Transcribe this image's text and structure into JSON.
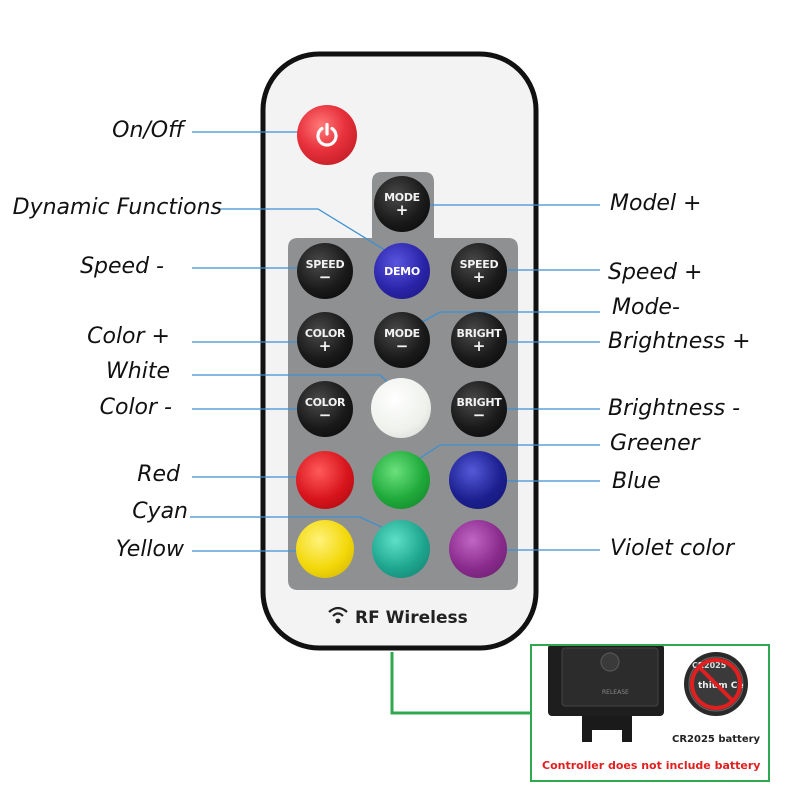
{
  "remote": {
    "buttons": [
      {
        "id": "power",
        "kind": "power",
        "color": "#e8323c"
      },
      {
        "id": "mode-plus",
        "kind": "label",
        "top": "MODE",
        "bottom": "+"
      },
      {
        "id": "speed-minus",
        "kind": "label",
        "top": "SPEED",
        "bottom": "−"
      },
      {
        "id": "demo",
        "kind": "label",
        "top": "DEMO",
        "bottom": "",
        "color": "#2a24a8"
      },
      {
        "id": "speed-plus",
        "kind": "label",
        "top": "SPEED",
        "bottom": "+"
      },
      {
        "id": "color-plus",
        "kind": "label",
        "top": "COLOR",
        "bottom": "+"
      },
      {
        "id": "mode-minus",
        "kind": "label",
        "top": "MODE",
        "bottom": "−"
      },
      {
        "id": "bright-plus",
        "kind": "label",
        "top": "BRIGHT",
        "bottom": "+"
      },
      {
        "id": "color-minus",
        "kind": "label",
        "top": "COLOR",
        "bottom": "−"
      },
      {
        "id": "white",
        "kind": "color",
        "color": "#f4f6f2"
      },
      {
        "id": "bright-minus",
        "kind": "label",
        "top": "BRIGHT",
        "bottom": "−"
      },
      {
        "id": "red",
        "kind": "color",
        "color": "#d8141c"
      },
      {
        "id": "green",
        "kind": "color",
        "color": "#1faa3a"
      },
      {
        "id": "blue",
        "kind": "color",
        "color": "#1c2090"
      },
      {
        "id": "yellow",
        "kind": "color",
        "color": "#f3d80a"
      },
      {
        "id": "cyan",
        "kind": "color",
        "color": "#1fa690"
      },
      {
        "id": "violet",
        "kind": "color",
        "color": "#8a2b8e"
      }
    ],
    "brand": "RF Wireless"
  },
  "labels": {
    "on_off": "On/Off",
    "dynamic_functions": "Dynamic Functions",
    "speed_minus": "Speed -",
    "color_plus": "Color +",
    "white": "White",
    "color_minus": "Color -",
    "red": "Red",
    "cyan": "Cyan",
    "yellow": "Yellow",
    "model_plus": "Model +",
    "speed_plus": "Speed +",
    "mode_minus": "Mode-",
    "brightness_plus": "Brightness +",
    "brightness_minus": "Brightness -",
    "greener": "Greener",
    "blue": "Blue",
    "violet_color": "Violet color"
  },
  "inset": {
    "battery_label": "CR2025 battery",
    "notice": "Controller does not include battery",
    "coin_text": "thium Ce",
    "coin_top": "CR2025",
    "compartment_text": "RELEASE"
  },
  "colors": {
    "leader_line": "#3d8fd1",
    "inset_border": "#2fa84f",
    "notice_text": "#e02020",
    "panel": "#8e9092",
    "remote_body": "#f3f3f3"
  }
}
